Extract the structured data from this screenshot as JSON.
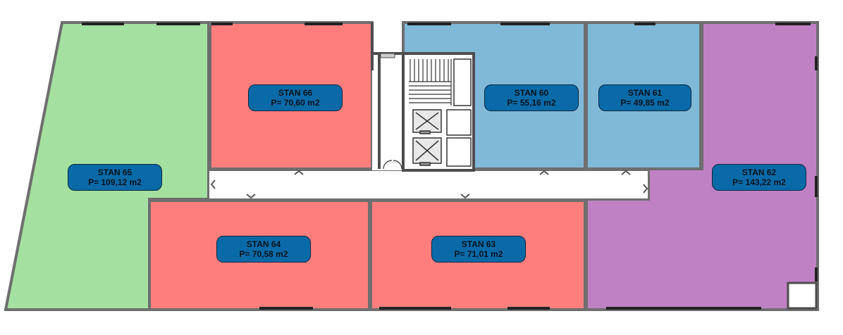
{
  "plan": {
    "colors": {
      "green": "#a4e0a0",
      "red": "#fe7e7e",
      "blue": "#80b8d8",
      "purple": "#c080c4",
      "label_fill": "#0a6aa8",
      "label_stroke": "#07263f",
      "wall": "#6e6e6e",
      "corridor": "#ffffff"
    },
    "apartments": [
      {
        "name": "STAN 65",
        "area": "P= 109,12 m2",
        "color": "green"
      },
      {
        "name": "STAN 66",
        "area": "P= 70,60 m2",
        "color": "red"
      },
      {
        "name": "STAN 60",
        "area": "P= 55,16 m2",
        "color": "blue"
      },
      {
        "name": "STAN 61",
        "area": "P= 49,85 m2",
        "color": "blue"
      },
      {
        "name": "STAN 62",
        "area": "P= 143,22 m2",
        "color": "purple"
      },
      {
        "name": "STAN 64",
        "area": "P= 70,58 m2",
        "color": "red"
      },
      {
        "name": "STAN 63",
        "area": "P= 71,01 m2",
        "color": "red"
      }
    ]
  }
}
